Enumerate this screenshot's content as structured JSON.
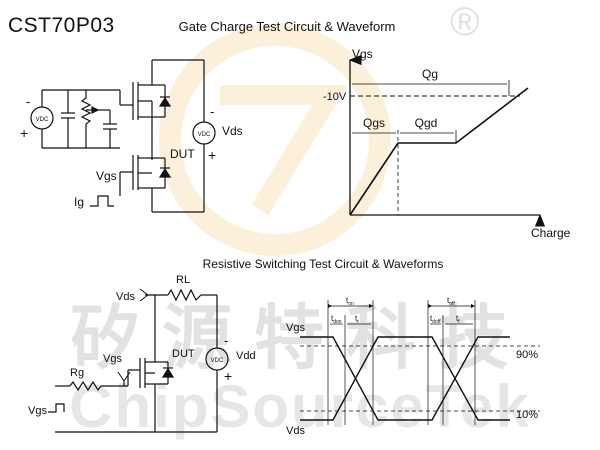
{
  "part_number": "CST70P03",
  "watermark": {
    "chinese": "矽源特科技",
    "english": "ChipSourceTek",
    "registered": "®"
  },
  "gate_charge": {
    "title": "Gate Charge Test Circuit & Waveform",
    "circuit": {
      "vdc_left": "VDC",
      "vdc_right": "VDC",
      "dut": "DUT",
      "vds": "Vds",
      "vgs": "Vgs",
      "ig": "Ig",
      "minus": "-",
      "plus": "+"
    },
    "waveform": {
      "y_axis": "Vgs",
      "x_axis": "Charge",
      "level": "-10V",
      "qg": "Qg",
      "qgs": "Qgs",
      "qgd": "Qgd"
    }
  },
  "switching": {
    "title": "Resistive Switching Test Circuit & Waveforms",
    "circuit": {
      "vds": "Vds",
      "rl": "RL",
      "vgs": "Vgs",
      "rg": "Rg",
      "dut": "DUT",
      "vdd": "Vdd",
      "vdc": "VDC",
      "vgs_source": "Vgs",
      "minus": "-",
      "plus": "+"
    },
    "waveform": {
      "vgs": "Vgs",
      "vds": "Vds",
      "pct_90": "90%",
      "pct_10": "10%",
      "t_on": "t",
      "t_on_sub": "on",
      "t_don": "t",
      "t_don_sub": "don",
      "t_r": "t",
      "t_r_sub": "r",
      "t_off": "t",
      "t_off_sub": "off",
      "t_doff": "t",
      "t_doff_sub": "doff",
      "t_f": "t",
      "t_f_sub": "f"
    }
  }
}
